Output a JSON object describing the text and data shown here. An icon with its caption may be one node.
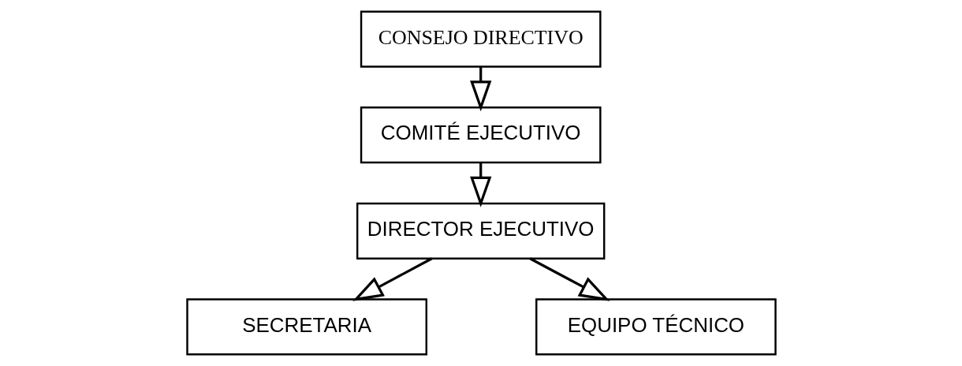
{
  "diagram": {
    "nodes": [
      {
        "text": [
          "CONSEJO DIRECTIVO"
        ]
      },
      {
        "text": [
          "COMITÉ EJECUTIVO"
        ]
      },
      {
        "text": [
          "DIRECTOR EJECUTIVO"
        ]
      },
      {
        "text": [
          "SECRETARIA"
        ]
      },
      {
        "text": [
          "EQUIPO TÉCNICO"
        ]
      }
    ],
    "edges": [
      {
        "from": 0,
        "to": 1,
        "arrow": "to"
      },
      {
        "from": 1,
        "to": 2,
        "arrow": "to"
      },
      {
        "from": 2,
        "to": 3,
        "arrow": "to"
      },
      {
        "from": 2,
        "to": 4,
        "arrow": "to"
      }
    ]
  }
}
